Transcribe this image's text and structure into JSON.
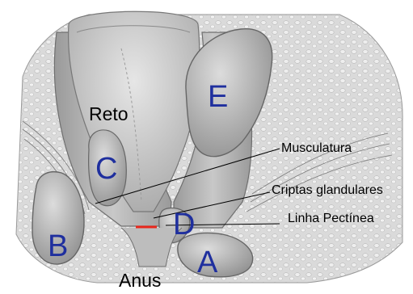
{
  "labels": {
    "reto": "Reto",
    "anus": "Anus",
    "a": "A",
    "b": "B",
    "c": "C",
    "d": "D",
    "e": "E",
    "musculatura": "Musculatura",
    "criptas": "Criptas glandulares",
    "linha": "Linha Pectínea"
  },
  "colors": {
    "letters": "#1f2f9e",
    "pectinate_line": "#e8261c",
    "tissue": "#b9b9b9",
    "muscle": "#8f8f8f",
    "fat_bg": "#d8d8d8"
  }
}
